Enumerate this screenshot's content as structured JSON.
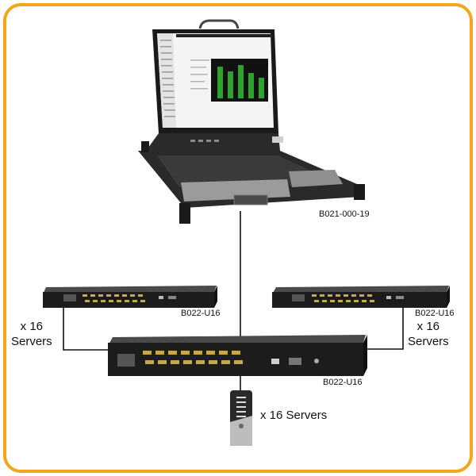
{
  "labels": {
    "console_model": "B021-000-19",
    "switch_left_model": "B022-U16",
    "switch_right_model": "B022-U16",
    "switch_main_model": "B022-U16",
    "left_count_line1": "x 16",
    "left_count_line2": "Servers",
    "right_count_line1": "x 16",
    "right_count_line2": "Servers",
    "bottom_count": "x 16 Servers"
  },
  "colors": {
    "frame_border": "#f4a51c",
    "device_body": "#1c1c1c",
    "port": "#c9a64a",
    "screen_bar_green": "#2ea12e",
    "cable": "#111111"
  },
  "icons": {
    "console": "rackmount-lcd-console-icon",
    "switch": "kvm-switch-icon",
    "adapter": "server-interface-unit-icon"
  }
}
